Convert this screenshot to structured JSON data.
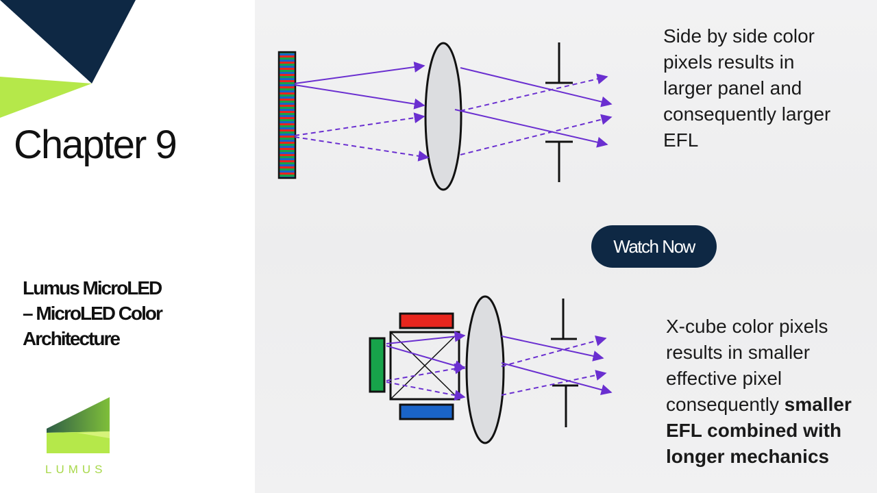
{
  "sidebar": {
    "chapter": "Chapter 9",
    "video_title_lines": [
      "Lumus MicroLED",
      "– MicroLED Color",
      "Architecture"
    ],
    "logo_text": "LUMUS"
  },
  "slide": {
    "top_text_lines": [
      "Side by side color",
      "pixels results in",
      "larger panel and",
      "consequently larger",
      "EFL"
    ],
    "bottom_text_lines": [
      "X-cube color pixels",
      "results in smaller",
      "effective pixel"
    ],
    "bottom_text_mixed": {
      "normal": "consequently ",
      "bold": "smaller"
    },
    "bottom_text_bold_lines": [
      "EFL combined with",
      "longer mechanics"
    ]
  },
  "watch_button": {
    "label": "Watch Now"
  },
  "colors": {
    "navy": "#0e2844",
    "lime": "#b5e84a",
    "ray": "#6a2fd0",
    "red": "#e8261e",
    "green": "#17a34a",
    "blue": "#1a64c8",
    "lens": "#dcdde0"
  }
}
